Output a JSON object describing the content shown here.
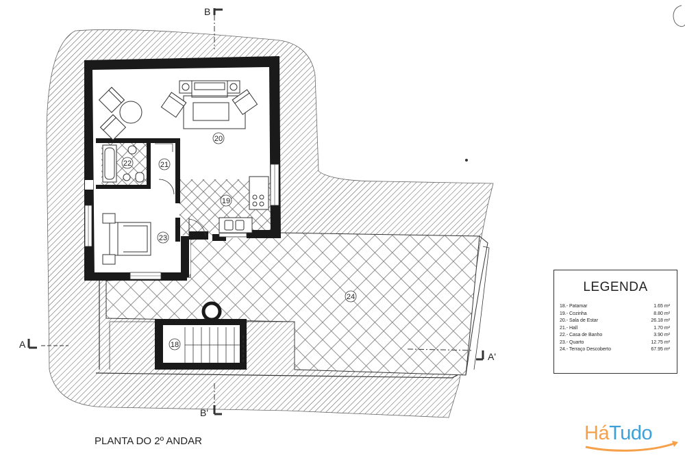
{
  "drawing": {
    "title": "PLANTA DO 2º ANDAR",
    "section_marks": {
      "b_top": "B",
      "b_bottom": "B'",
      "a_left": "A",
      "a_right": "A'"
    },
    "room_numbers": [
      "18",
      "19",
      "20",
      "21",
      "22",
      "23",
      "24"
    ]
  },
  "legend": {
    "title": "LEGENDA",
    "entries": [
      {
        "label": "18.- Patamar",
        "area": "1.65 m²"
      },
      {
        "label": "19.- Cozinha",
        "area": "8.80 m²"
      },
      {
        "label": "20.- Sala de Estar",
        "area": "26.18 m²"
      },
      {
        "label": "21.- Hall",
        "area": "1.70 m²"
      },
      {
        "label": "22.- Casa de Banho",
        "area": "3.90 m²"
      },
      {
        "label": "23.- Quarto",
        "area": "12.75 m²"
      },
      {
        "label": "24.- Terraço Descoberto",
        "area": "67.95 m²"
      }
    ]
  },
  "watermark": {
    "brand_part1": "Há",
    "brand_part2": "Tudo"
  },
  "colors": {
    "line": "#222222",
    "wall": "#1a1a1a",
    "brand_orange": "#f6a04a",
    "brand_blue": "#3fa0d8"
  }
}
